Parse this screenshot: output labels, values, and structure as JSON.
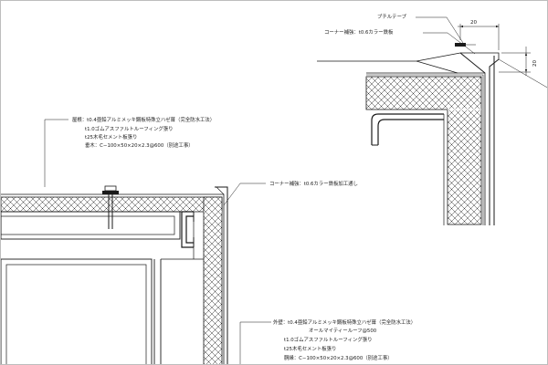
{
  "colors": {
    "line": "#1a1a1a",
    "insulation_fill": "#d9d9d9",
    "background": "#ffffff",
    "border": "#bdbdbd"
  },
  "detail_top_right": {
    "label_butyl_tape": "ブチルテープ",
    "label_corner_reinforcement": "コーナー補強：t0.6カラー鉄板",
    "dim_width": "20",
    "dim_height": "20"
  },
  "detail_bottom_left": {
    "roof_label": "屋根：t0.4亜鉛アルミメッキ鋼板特殊立ハゼ葺（完全防水工法）",
    "roof_layer_2": "t1.0ゴムアスファルトルーフィング張り",
    "roof_layer_3": "t25木毛セメント板張り",
    "roof_layer_4": "垂木：C−100×50×20×2.3@600（別途工事）",
    "corner_label": "コーナー補強：t0.6カラー鉄板加工通し",
    "wall_label": "外壁：t0.4亜鉛アルミメッキ鋼板特殊立ハゼ葺（完全防水工法）",
    "wall_layer_1b": "オールマイティールーフ@500",
    "wall_layer_2": "t1.0ゴムアスファルトルーフィング張り",
    "wall_layer_3": "t25木毛セメント板張り",
    "wall_layer_4": "胴縁：C−100×50×20×2.3@600（別途工事）"
  }
}
